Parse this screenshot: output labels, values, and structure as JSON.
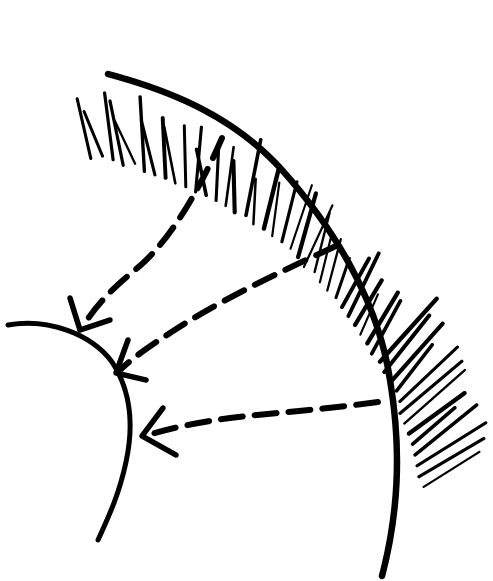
{
  "figure": {
    "ink_color": "#000000",
    "background_color": "#ffffff",
    "elements": [
      "outer-arc",
      "outer-hatching",
      "inner-arc",
      "dashed-arrows"
    ],
    "arrow_count": 3,
    "style": "hand-drawn"
  }
}
